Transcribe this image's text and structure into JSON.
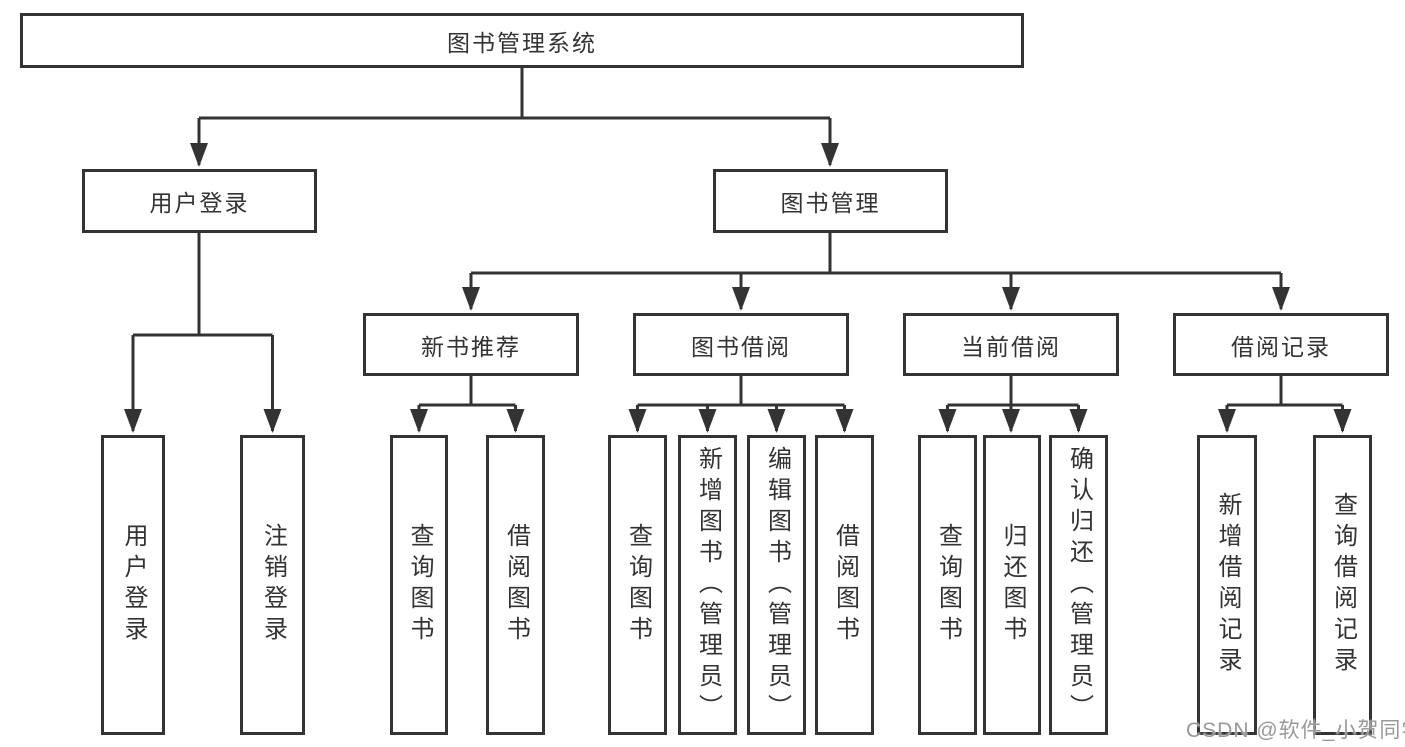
{
  "tree": {
    "root": {
      "label": "图书管理系统"
    },
    "children": [
      {
        "label": "用户登录",
        "children": [
          {
            "label": "用户登录"
          },
          {
            "label": "注销登录"
          }
        ]
      },
      {
        "label": "图书管理",
        "children": [
          {
            "label": "新书推荐",
            "children": [
              {
                "label": "查询图书"
              },
              {
                "label": "借阅图书"
              }
            ]
          },
          {
            "label": "图书借阅",
            "children": [
              {
                "label": "查询图书"
              },
              {
                "label": "新增图书（管理员）"
              },
              {
                "label": "编辑图书（管理员）"
              },
              {
                "label": "借阅图书"
              }
            ]
          },
          {
            "label": "当前借阅",
            "children": [
              {
                "label": "查询图书"
              },
              {
                "label": "归还图书"
              },
              {
                "label": "确认归还（管理员）"
              }
            ]
          },
          {
            "label": "借阅记录",
            "children": [
              {
                "label": "新增借阅记录"
              },
              {
                "label": "查询借阅记录"
              }
            ]
          }
        ]
      }
    ]
  },
  "watermark": "CSDN @软件_小贺同学",
  "colors": {
    "line": "#333333",
    "text": "#333333",
    "canvas": "#ffffff",
    "watermark": "#999999"
  }
}
